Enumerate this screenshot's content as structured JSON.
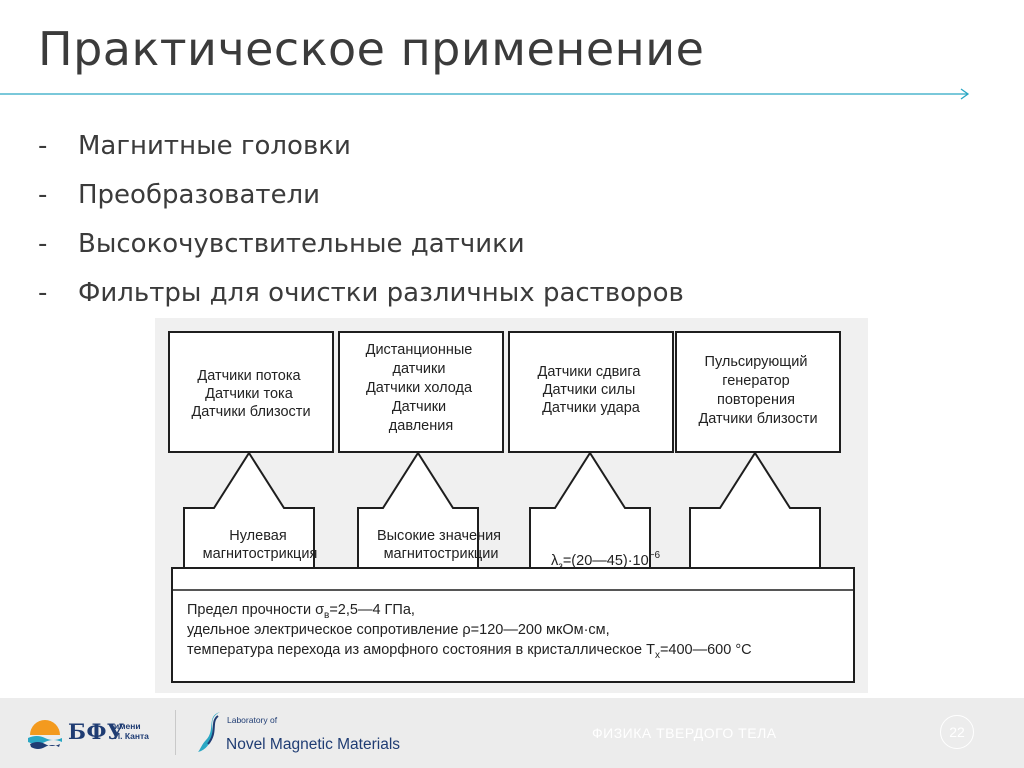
{
  "title": "Практическое применение",
  "bullet_marker": "-",
  "bullets": [
    "Магнитные головки",
    "Преобразователи",
    "Высокочувствительные датчики",
    "Фильтры для очистки различных растворов"
  ],
  "diagram": {
    "boxes": [
      {
        "lines": [
          "Датчики потока",
          "Датчики тока",
          "Датчики близости"
        ]
      },
      {
        "lines": [
          "Дистанционные",
          "датчики",
          "Датчики холода",
          "Датчики",
          "давления"
        ]
      },
      {
        "lines": [
          "Датчики сдвига",
          "Датчики силы",
          "Датчики удара"
        ]
      },
      {
        "lines": [
          "Пульсирующий",
          "генератор",
          "повторения",
          "Датчики близости"
        ]
      }
    ],
    "middle_labels": [
      {
        "lines": [
          "Нулевая",
          "магнитострикция"
        ]
      },
      {
        "lines": [
          "Высокие значения",
          "магнитострикции"
        ]
      }
    ],
    "lambda": {
      "symbol": "λ",
      "sub": "з",
      "value": "=(20—45)·10",
      "exp": "−6"
    },
    "bottom": {
      "line1": {
        "prefix": "Предел прочности σ",
        "sub": "в",
        "suffix": "=2,5—4 ГПа,"
      },
      "line2": "удельное электрическое сопротивление ρ=120—200 мкОм·см,",
      "line3": {
        "prefix": "температура перехода из аморфного состояния в кристаллическое T",
        "sub": "x",
        "suffix": "=400—600 °C"
      }
    }
  },
  "footer": {
    "bfu_name": "БФУ",
    "bfu_sub": [
      "имени",
      "И. Канта"
    ],
    "lab_small": [
      "Laboratory of"
    ],
    "lab_name": "Novel Magnetic Materials",
    "course": "ФИЗИКА ТВЕРДОГО ТЕЛА",
    "page": "22"
  },
  "colors": {
    "title_rule": "#2aa7c4",
    "logo_blue": "#1f3c73",
    "logo_orange": "#f39a1e",
    "logo_cyan": "#2aa7c4"
  }
}
